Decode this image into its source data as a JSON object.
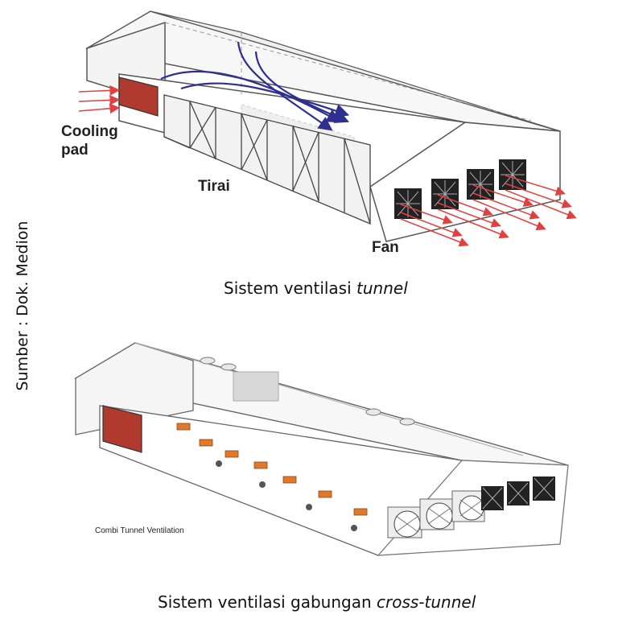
{
  "source_label": "Sumber : Dok. Medion",
  "top_diagram": {
    "labels": {
      "cooling_pad": "Cooling\npad",
      "curtain": "Tirai",
      "fan": "Fan"
    },
    "caption_main": "Sistem ventilasi ",
    "caption_italic": "tunnel"
  },
  "bottom_diagram": {
    "inset_label": "Combi Tunnel Ventilation",
    "caption_main": "Sistem ventilasi gabungan ",
    "caption_italic": "cross-tunnel"
  },
  "colors": {
    "cooling_pad": "#b03a2e",
    "airflow_in": "#2e2f8f",
    "airflow_out": "#e04040",
    "side_vent": "#e07a2a",
    "outline": "#555555"
  }
}
